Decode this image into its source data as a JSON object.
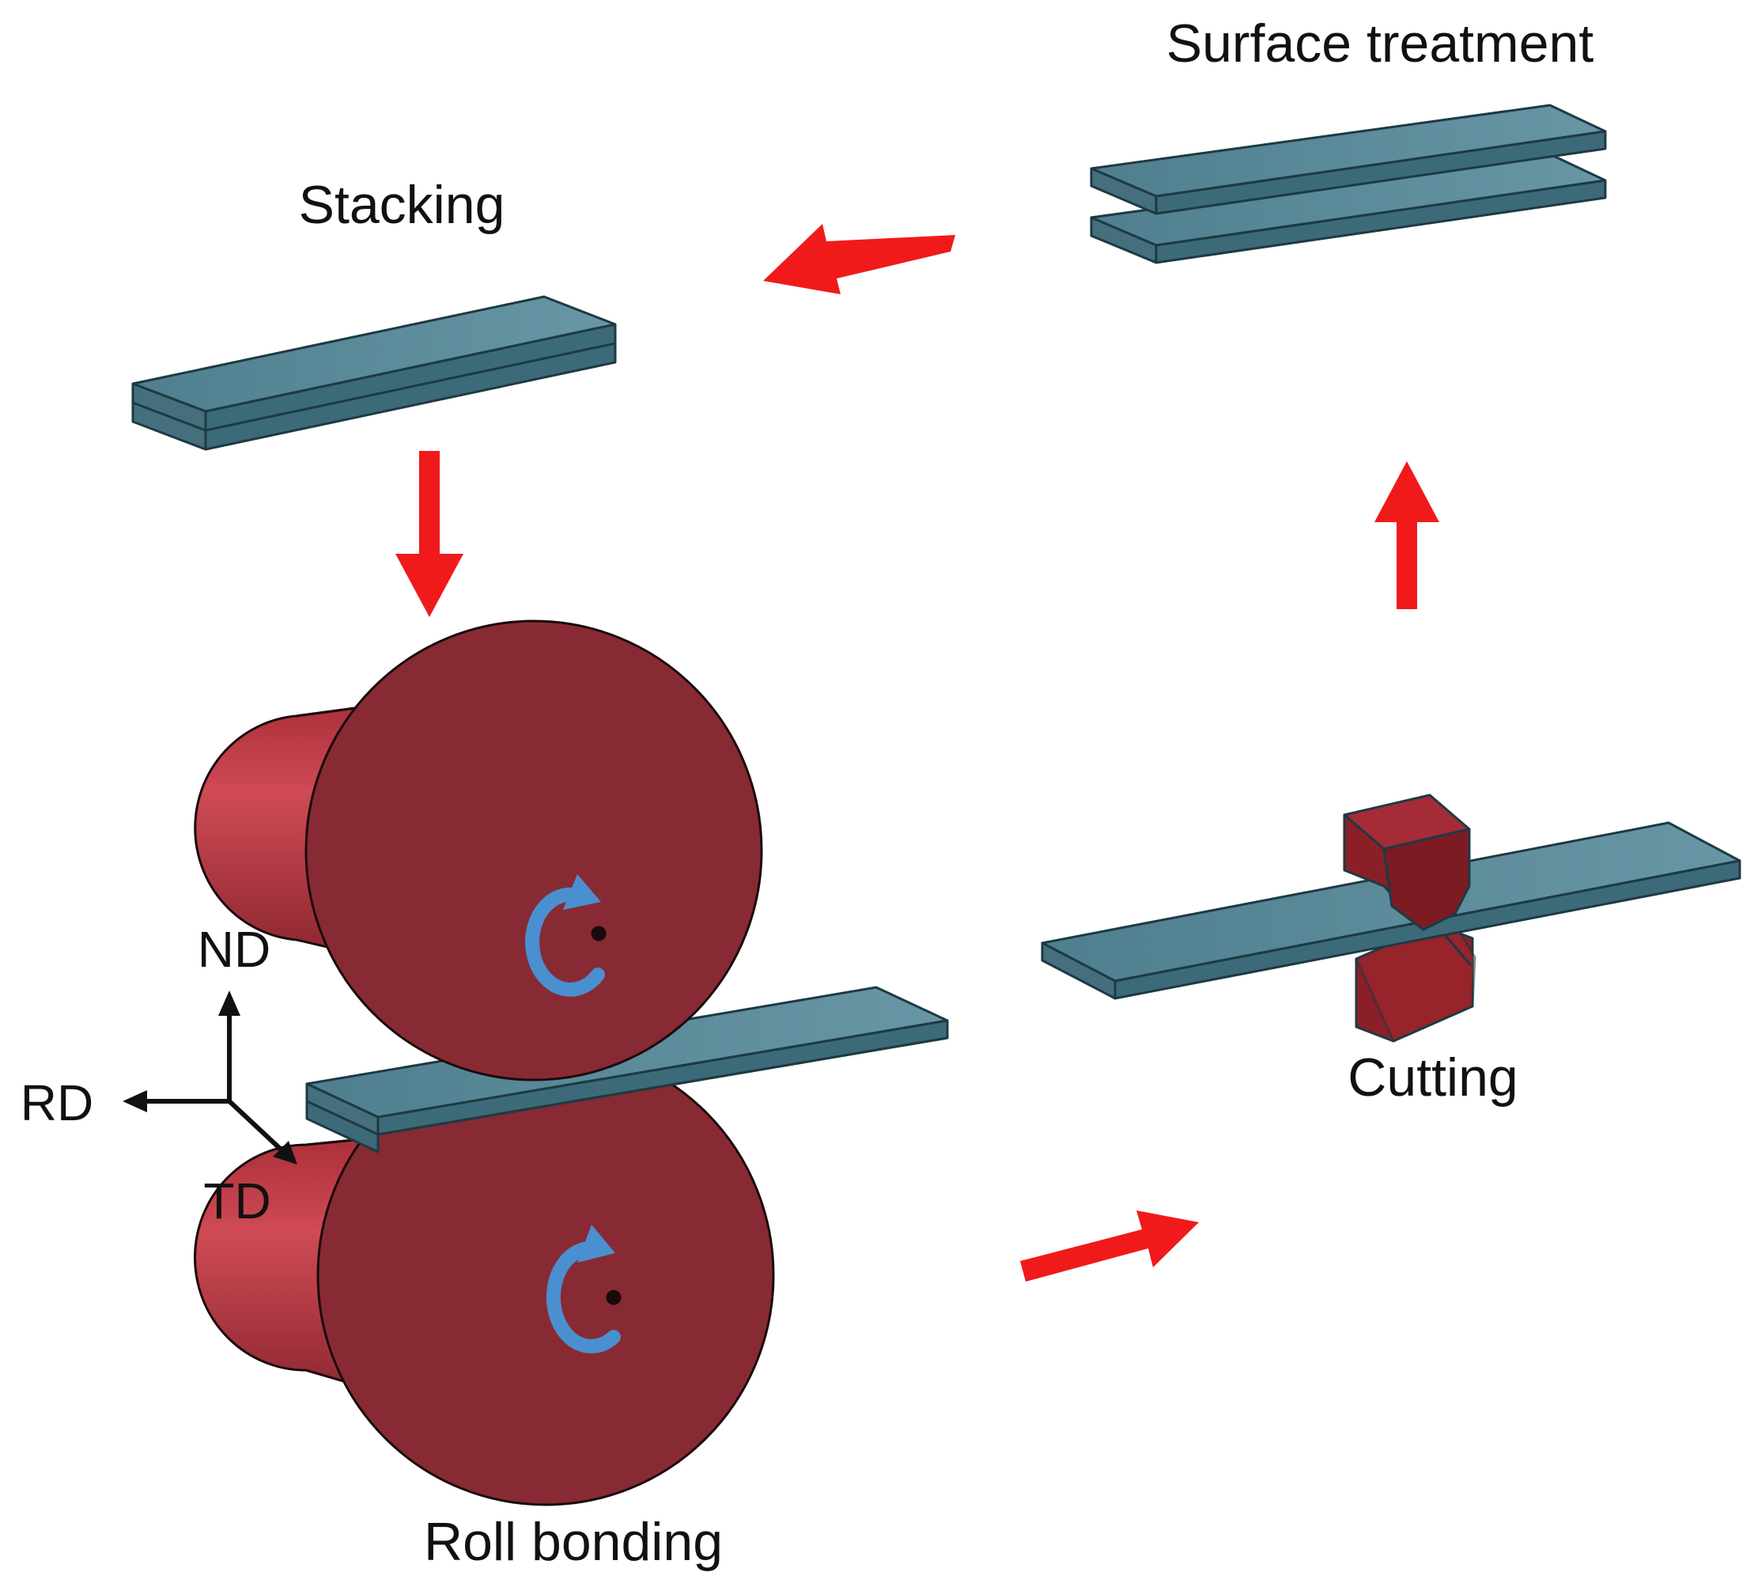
{
  "stages": {
    "surface_treatment": "Surface treatment",
    "stacking": "Stacking",
    "roll_bonding": "Roll bonding",
    "cutting": "Cutting"
  },
  "axes": {
    "nd": "ND",
    "rd": "RD",
    "td": "TD"
  },
  "colors": {
    "sheet_top": "#5b8a99",
    "sheet_side": "#3d6a79",
    "roll_face": "#8a2a33",
    "roll_side": "#b0343f",
    "cutter": "#8b1f27",
    "flow_arrow": "#f01a1a",
    "rotation_arrow": "#4a8fd0",
    "axis_arrow": "#111111"
  },
  "icons": {
    "flow": "red-arrow-icon",
    "rotation": "curved-rotation-arrow-icon"
  }
}
